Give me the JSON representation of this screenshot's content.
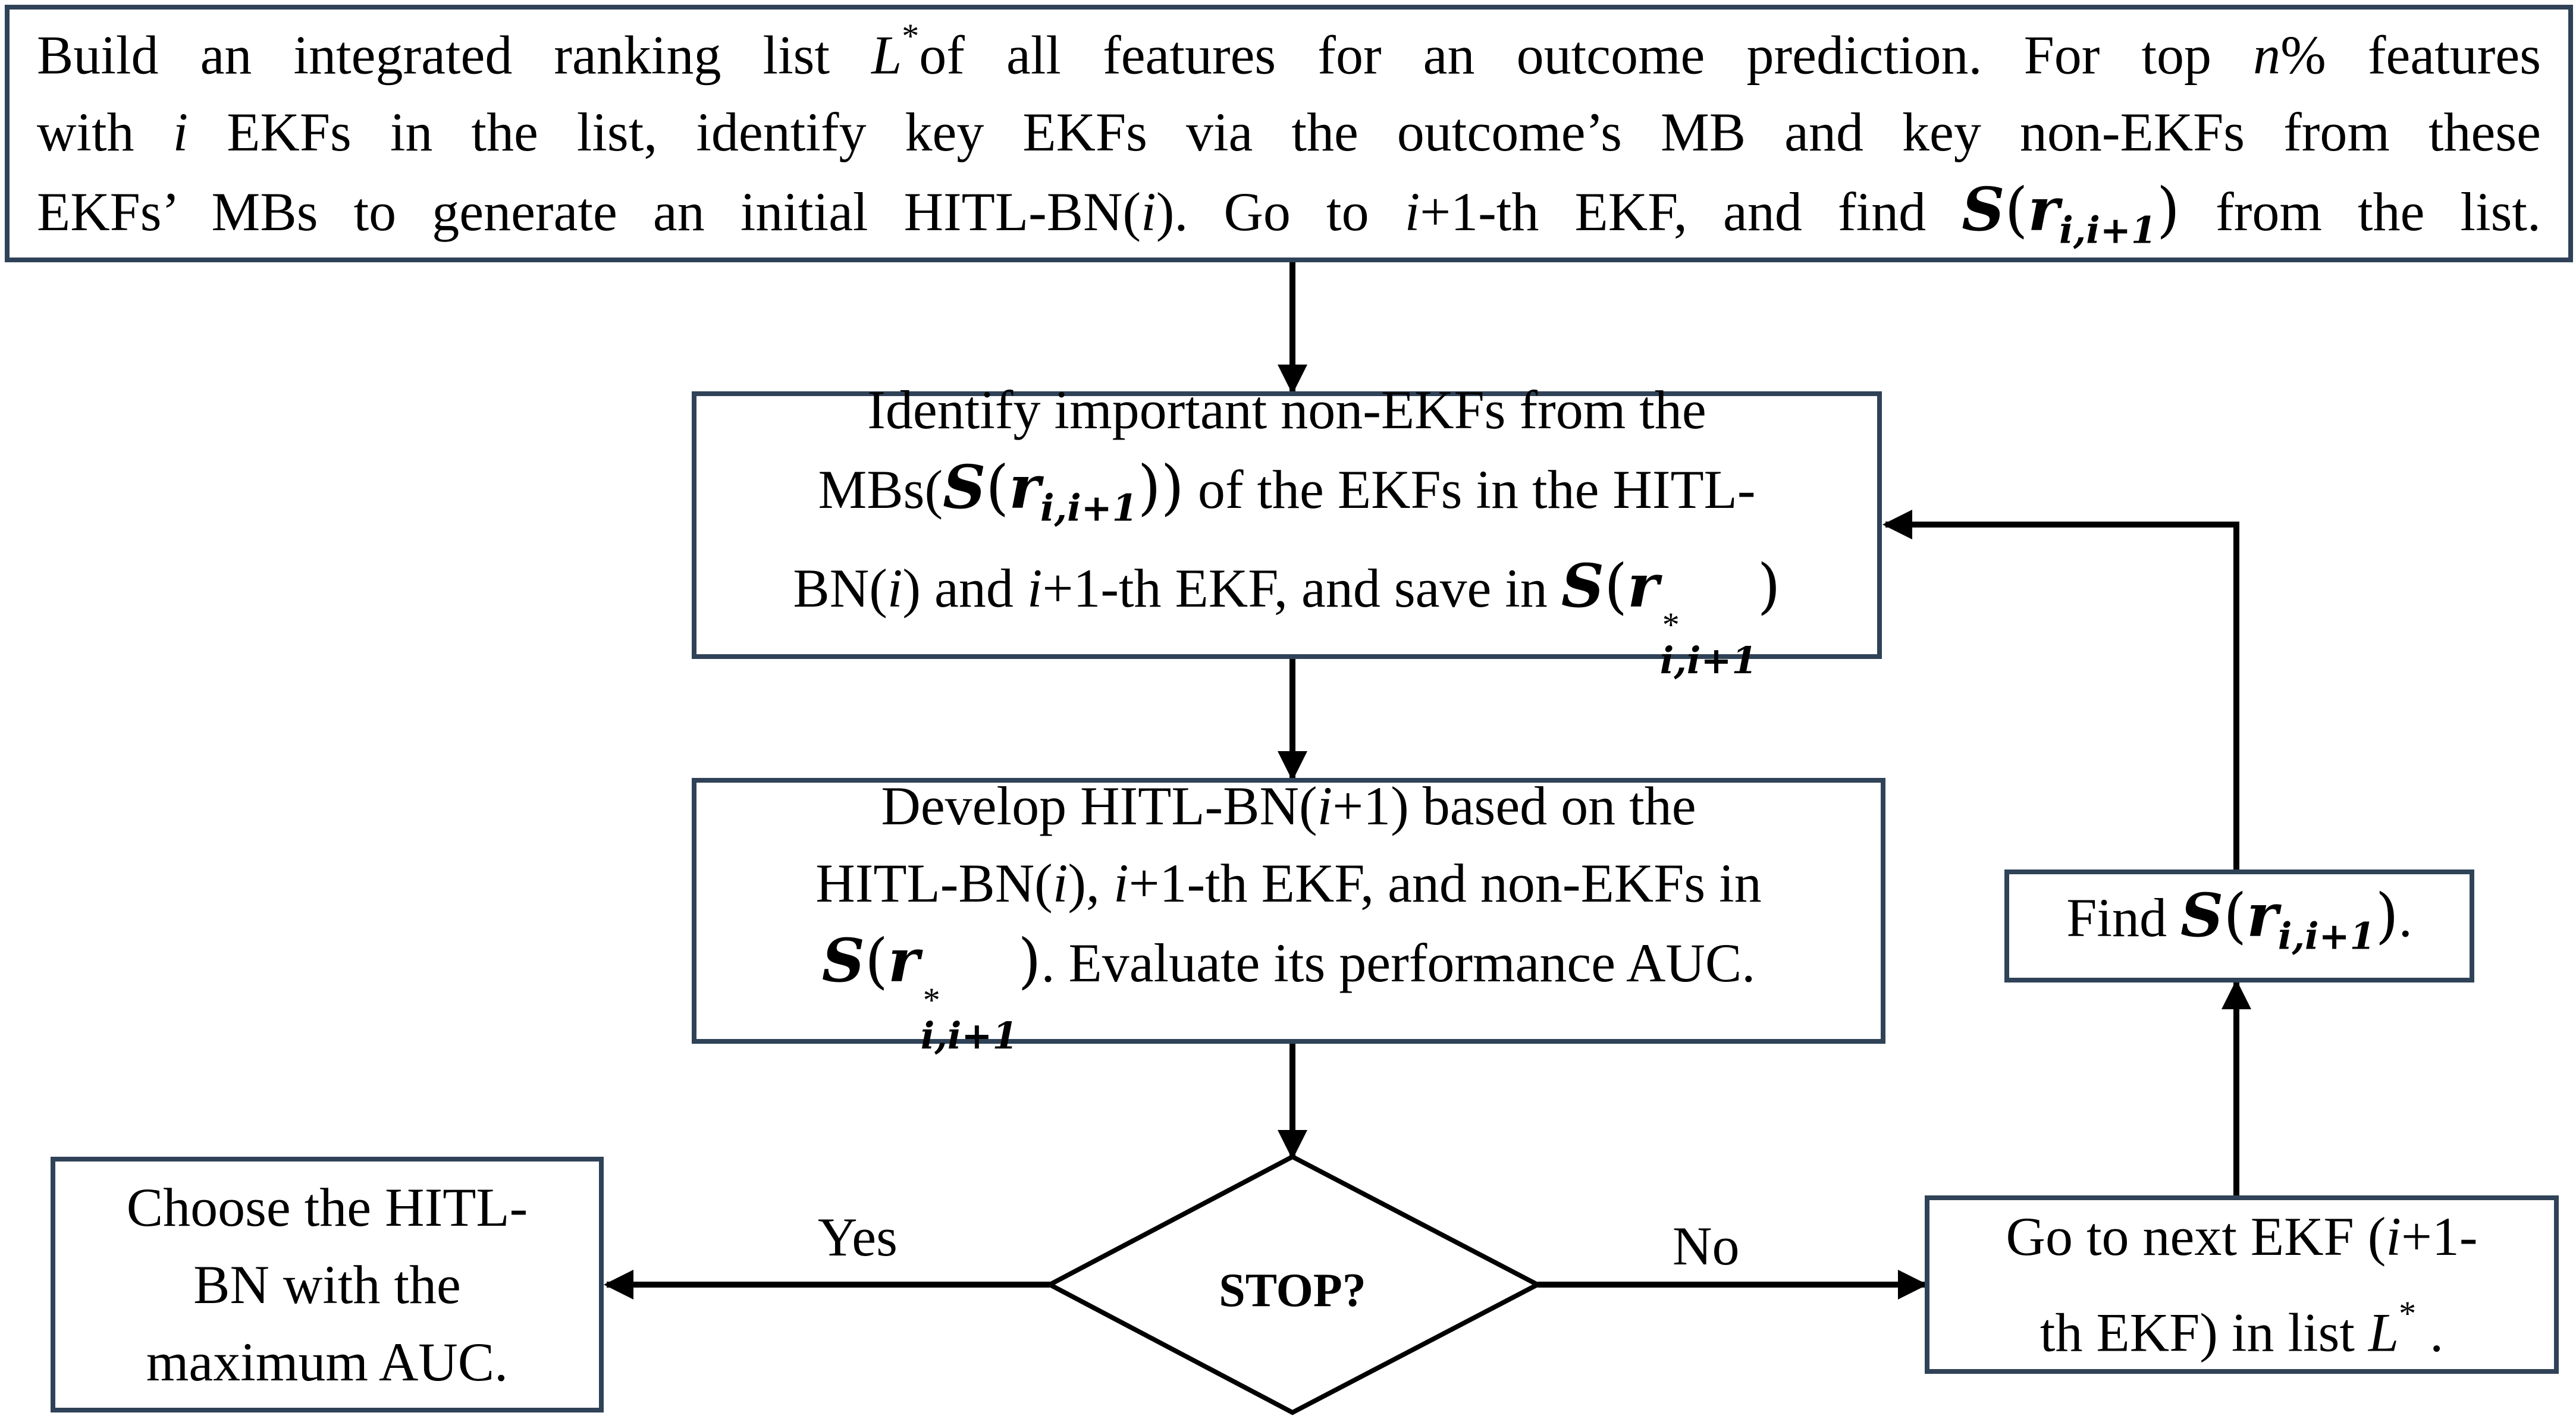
{
  "box_top": {
    "line1": {
      "a": "Build an integrated ranking list",
      "L": "L",
      "star": "*",
      "b": "of all features for an outcome prediction. For top",
      "n": "n",
      "c": "% features"
    },
    "line2": {
      "a": "with",
      "i": "i",
      "b": "EKFs in the list, identify key EKFs via the outcome’s MB and key non-EKFs from these"
    },
    "line3": {
      "a": "EKFs’ MBs to generate an initial HITL-BN(",
      "i": "i",
      "b": "). Go to",
      "i2": "i",
      "c": "+1-th EKF, and find",
      "S": "S",
      "lp": "(",
      "r": "r",
      "sub": "i,i+1",
      "rp": ")",
      "d": "from the list."
    }
  },
  "box_identify": {
    "line1": "Identify important non-EKFs from the",
    "line2": {
      "a": "MBs(",
      "S": "S",
      "lp": "(",
      "r": "r",
      "sub": "i,i+1",
      "rp": "))",
      "b": "of the EKFs in the HITL-"
    },
    "line3": {
      "a": "BN(",
      "i": "i",
      "b": ") and",
      "i2": "i",
      "c": "+1-th EKF, and save in",
      "S": "S",
      "lp": "(",
      "r": "r",
      "star": "*",
      "sub": "i,i+1",
      "rp": ")"
    }
  },
  "box_develop": {
    "line1": {
      "a": "Develop HITL-BN(",
      "i": "i",
      "b": "+1) based on the"
    },
    "line2": {
      "a": "HITL-BN(",
      "i": "i",
      "b": "),",
      "i2": "i",
      "c": "+1-th EKF, and non-EKFs in"
    },
    "line3": {
      "S": "S",
      "lp": "(",
      "r": "r",
      "star": "*",
      "sub": "i,i+1",
      "rp": ")",
      "a": ". Evaluate its performance AUC."
    }
  },
  "box_find": {
    "a": "Find",
    "S": "S",
    "lp": "(",
    "r": "r",
    "sub": "i,i+1",
    "rp": ")",
    "b": "."
  },
  "decision": {
    "label": "STOP?"
  },
  "box_choose": {
    "line1": "Choose the HITL-",
    "line2": "BN with the",
    "line3": "maximum AUC."
  },
  "box_next": {
    "line1": {
      "a": "Go to next EKF (",
      "i": "i",
      "b": "+1-"
    },
    "line2": {
      "a": "th EKF) in list",
      "L": "L",
      "star": "*",
      "b": "."
    }
  },
  "edge_labels": {
    "yes": "Yes",
    "no": "No"
  },
  "colors": {
    "border": "#2f4257",
    "arrow": "#000000",
    "background": "#ffffff"
  }
}
